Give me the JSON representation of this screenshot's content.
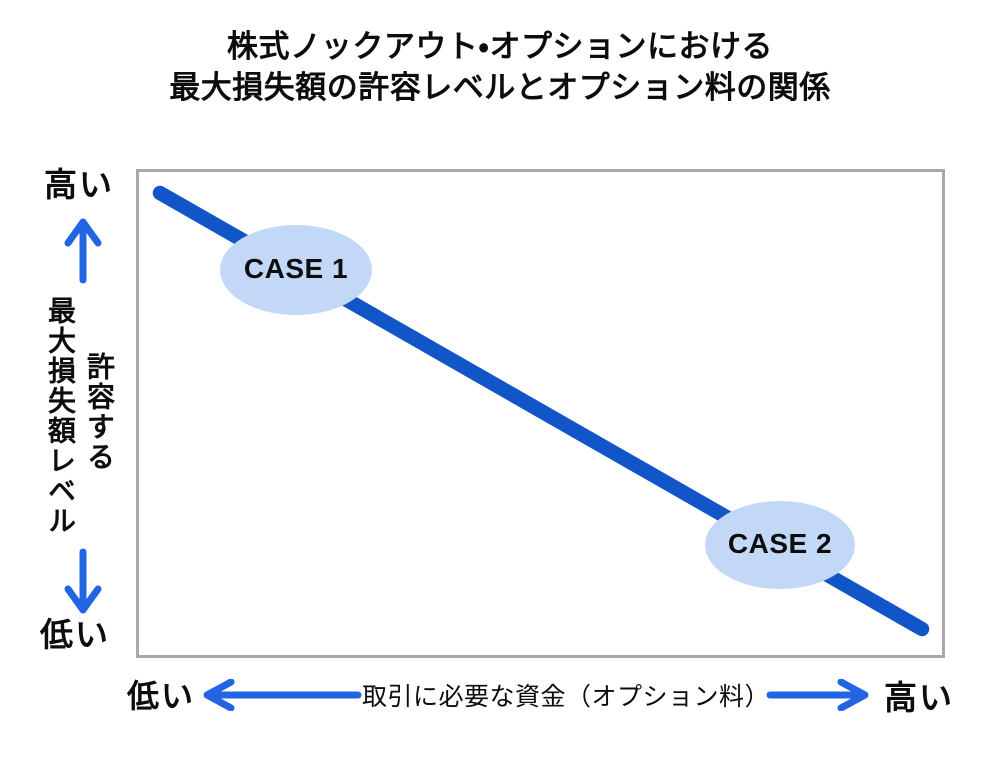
{
  "title": {
    "line1": "株式ノックアウト・オプションにおける",
    "line2": "最大損失額の許容レベルとオプション料の関係"
  },
  "y_axis": {
    "high": "高い",
    "low": "低い",
    "label_main": "最大損失額レベル",
    "label_side": "許容する"
  },
  "x_axis": {
    "low": "低い",
    "high": "高い",
    "label": "取引に必要な資金（オプション料）"
  },
  "cases": [
    {
      "label": "CASE 1"
    },
    {
      "label": "CASE 2"
    }
  ],
  "colors": {
    "trend_line": "#1155c8",
    "arrow": "#2265e2",
    "ellipse_fill": "#c3d8f7",
    "box_border": "#a9a9a9",
    "text": "#0d0d0d"
  },
  "chart_data": {
    "type": "line",
    "title": "株式ノックアウト・オプションにおける最大損失額の許容レベルとオプション料の関係",
    "xlabel": "取引に必要な資金（オプション料）",
    "ylabel": "許容する最大損失額レベル",
    "axis_type": "qualitative",
    "x_range": [
      "低い",
      "高い"
    ],
    "y_range": [
      "低い",
      "高い"
    ],
    "grid": false,
    "legend": false,
    "series": [
      {
        "name": "許容する最大損失額レベルとオプション料の関係",
        "points_normalized": [
          [
            0.03,
            0.96
          ],
          [
            0.97,
            0.05
          ]
        ],
        "trend": "decreasing"
      }
    ],
    "annotations": [
      {
        "label": "CASE 1",
        "x_normalized": 0.19,
        "y_normalized": 0.8
      },
      {
        "label": "CASE 2",
        "x_normalized": 0.8,
        "y_normalized": 0.23
      }
    ]
  }
}
